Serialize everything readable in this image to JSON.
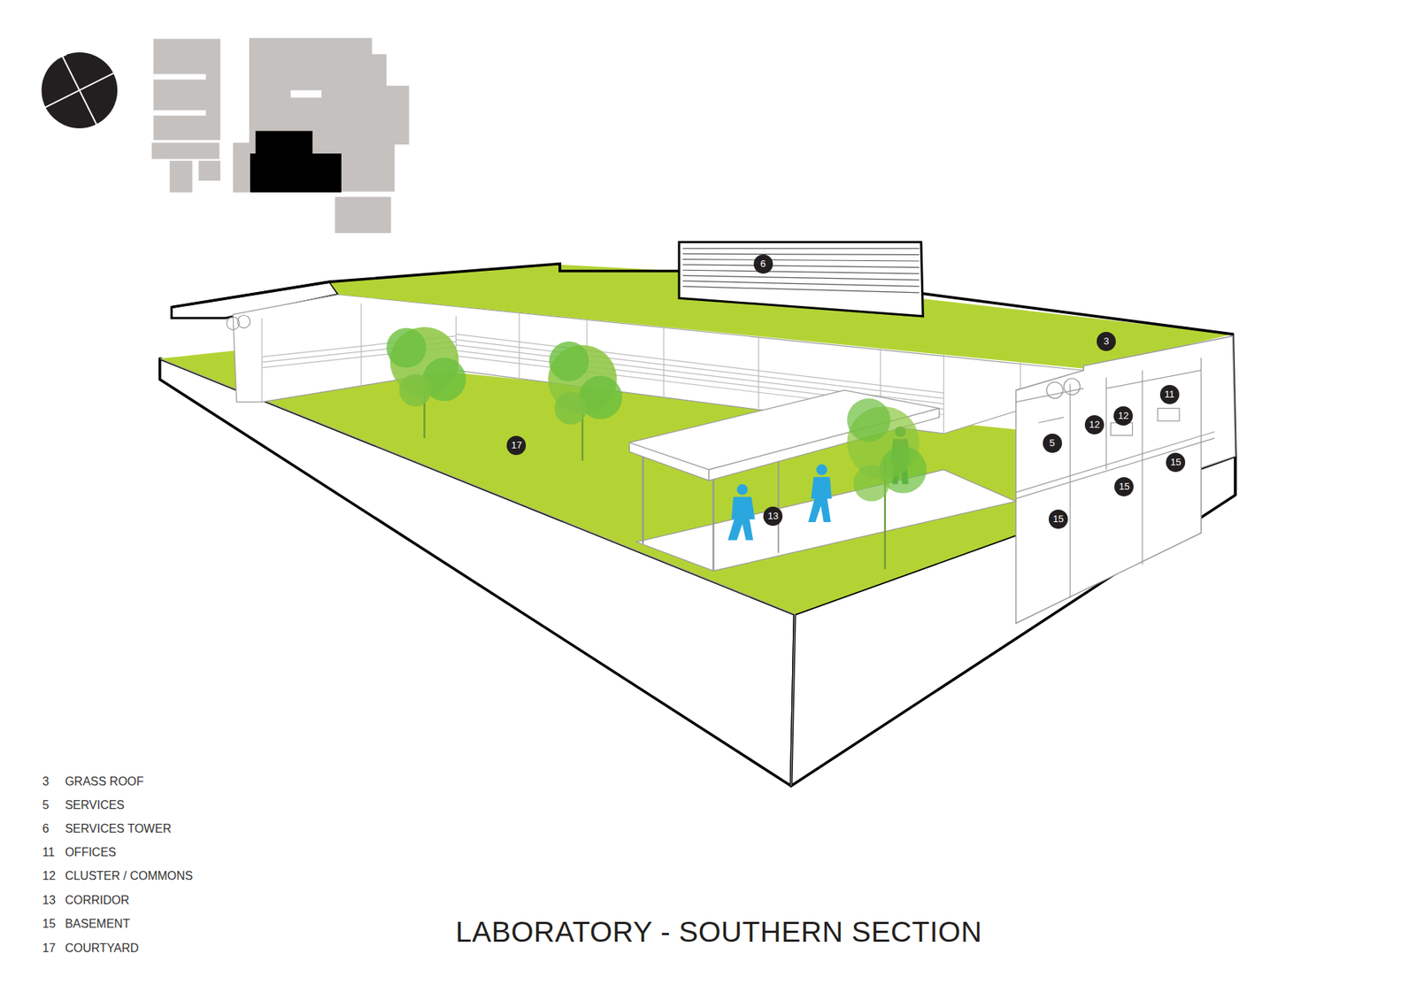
{
  "diagram": {
    "title": "LABORATORY - SOUTHERN SECTION",
    "labels": [
      "6",
      "3",
      "17",
      "13",
      "11",
      "12",
      "12",
      "5",
      "15",
      "15",
      "15",
      "3",
      "5",
      "6",
      "11",
      "12",
      "13",
      "15",
      "17"
    ],
    "legend": [
      {
        "text": "GRASS ROOF"
      },
      {
        "text": "SERVICES"
      },
      {
        "text": "SERVICES TOWER"
      },
      {
        "text": "OFFICES"
      },
      {
        "text": "CLUSTER / COMMONS"
      },
      {
        "text": "CORRIDOR"
      },
      {
        "text": "BASEMENT"
      },
      {
        "text": "COURTYARD"
      }
    ]
  }
}
